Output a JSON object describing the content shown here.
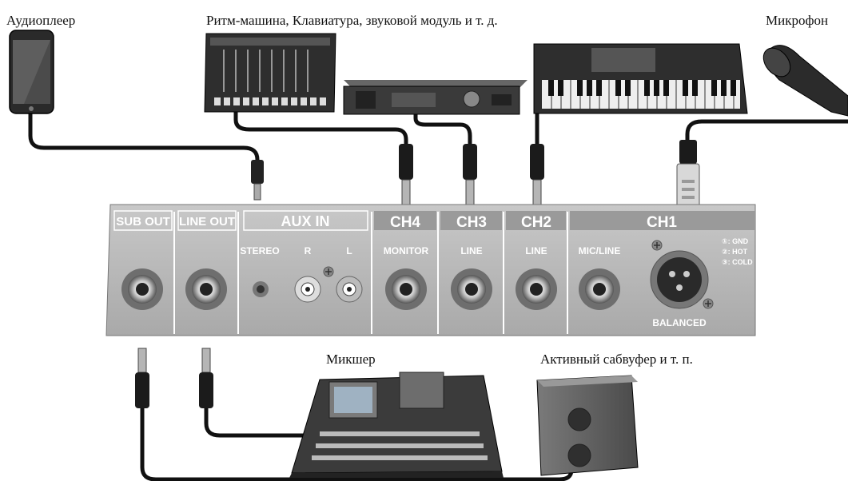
{
  "captions": {
    "audio_player": "Аудиоплеер",
    "sources": "Ритм-машина, Клавиатура, звуковой модуль и т. д.",
    "microphone": "Микрофон",
    "mixer": "Микшер",
    "subwoofer": "Активный сабвуфер и т. п."
  },
  "panel": {
    "sub_out": "SUB OUT",
    "line_out": "LINE OUT",
    "aux_in": "AUX IN",
    "stereo": "STEREO",
    "r": "R",
    "l": "L",
    "ch4": "CH4",
    "ch3": "CH3",
    "ch2": "CH2",
    "ch1": "CH1",
    "monitor": "MONITOR",
    "line_ch3": "LINE",
    "line_ch2": "LINE",
    "mic_line": "MIC/LINE",
    "balanced": "BALANCED",
    "pin1": "①: GND",
    "pin2": "②: HOT",
    "pin3": "③: COLD"
  },
  "colors": {
    "panel": "#bdbdbd",
    "panel_dark": "#8f8f8f",
    "label_bar": "#9a9a9a",
    "cable": "#111111"
  }
}
